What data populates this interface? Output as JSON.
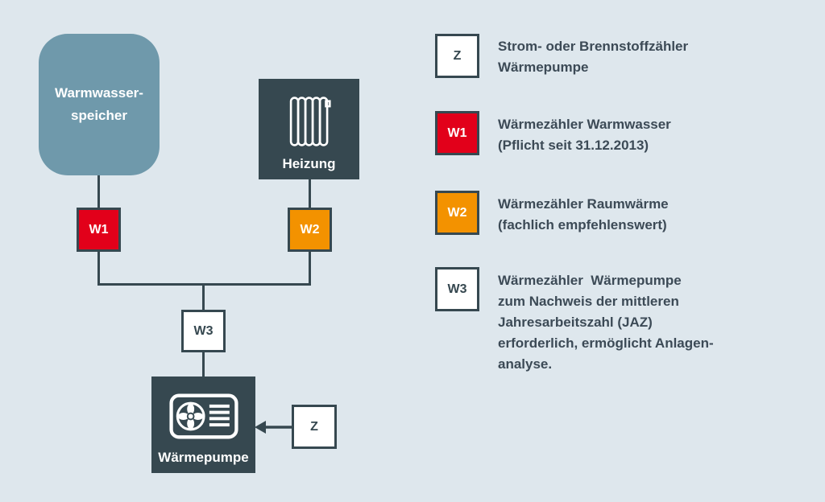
{
  "colors": {
    "background": "#dee7ed",
    "dark_slate": "#364850",
    "storage_blue": "#6f99ab",
    "meter_red": "#e2001a",
    "meter_orange": "#f39200",
    "box_white": "#ffffff",
    "text_dark": "#3c4a56"
  },
  "diagram": {
    "storage": {
      "line1": "Warmwasser-",
      "line2": "speicher"
    },
    "heating_label": "Heizung",
    "heatpump_label": "Wärmepumpe",
    "meters": {
      "w1": "W1",
      "w2": "W2",
      "w3": "W3",
      "z": "Z"
    },
    "icons": [
      "radiator-icon",
      "heat-pump-fan-icon",
      "arrow-left-icon"
    ]
  },
  "legend": {
    "items": [
      {
        "symbol": "Z",
        "style": "white",
        "lines": [
          "Strom- oder Brennstoffzähler",
          "Wärmepumpe"
        ]
      },
      {
        "symbol": "W1",
        "style": "red",
        "lines": [
          "Wärmezähler Warmwasser",
          "(Pflicht seit 31.12.2013)"
        ]
      },
      {
        "symbol": "W2",
        "style": "orange",
        "lines": [
          "Wärmezähler Raumwärme",
          "(fachlich empfehlenswert)"
        ]
      },
      {
        "symbol": "W3",
        "style": "white",
        "lines": [
          "Wärmezähler  Wärmepumpe",
          "zum Nachweis der mittleren",
          "Jahresarbeitszahl (JAZ)",
          "erforderlich, ermöglicht Anlagen-",
          "analyse."
        ]
      }
    ]
  }
}
